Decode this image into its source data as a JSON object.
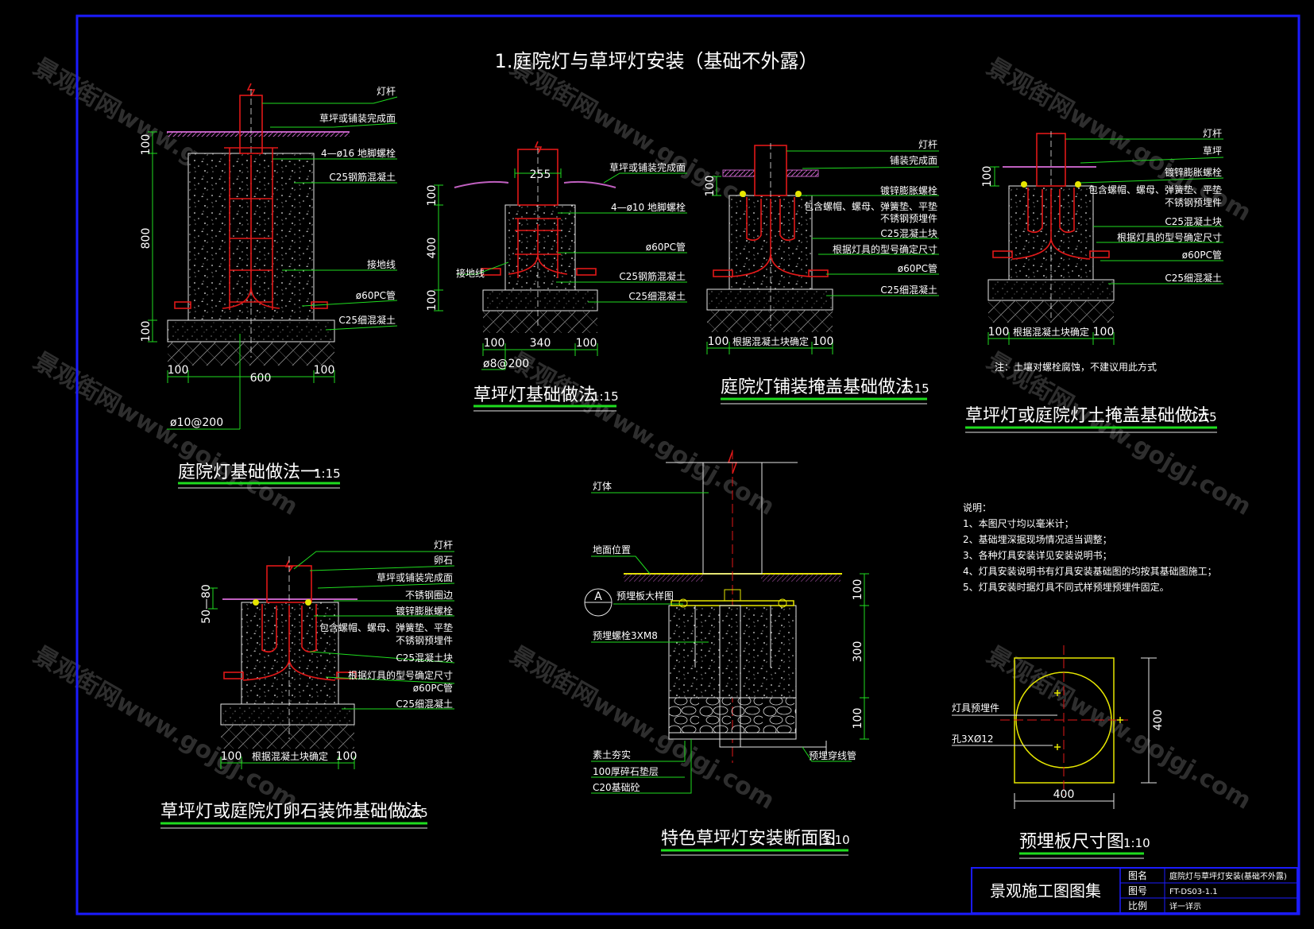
{
  "main_title": "1.庭院灯与草坪灯安装（基础不外露）",
  "colors": {
    "frame": "#1b1bff",
    "callout": "#1fdc1f",
    "outline": "#e6e6e6",
    "pipe": "#e01818",
    "plate": "#e6e600",
    "watermark": "#7a7a7a"
  },
  "watermark": "景观街网www.gojgj.com",
  "d1": {
    "title": "庭院灯基础做法一",
    "scale": "1:15",
    "labels": [
      "灯杆",
      "草坪或铺装完成面",
      "4—ø16 地脚螺栓",
      "C25钢筋混凝土",
      "接地线",
      "ø60PC管",
      "C25细混凝土"
    ],
    "dims_v": [
      "100",
      "800",
      "100"
    ],
    "dims_h": [
      "100",
      "600",
      "100"
    ],
    "rebar": "ø10@200"
  },
  "d2": {
    "title": "草坪灯基础做法",
    "scale": "1:15",
    "labels": [
      "草坪或铺装完成面",
      "4—ø10 地脚螺栓",
      "ø60PC管",
      "C25钢筋混凝土",
      "C25细混凝土"
    ],
    "left_label": "接地线",
    "top_dim": "255",
    "dims_v": [
      "100",
      "400",
      "100"
    ],
    "dims_h": [
      "100",
      "340",
      "100"
    ],
    "rebar": "ø8@200"
  },
  "d3": {
    "title": "庭院灯铺装掩盖基础做法",
    "scale": "1:15",
    "labels": [
      "灯杆",
      "铺装完成面",
      "镀锌膨胀螺栓",
      "包含螺帽、螺母、弹簧垫、平垫",
      "不锈钢预埋件",
      "C25混凝土块",
      "根据灯具的型号确定尺寸",
      "ø60PC管",
      "C25细混凝土"
    ],
    "dim_v": "100",
    "dims_h": [
      "100",
      "根据混凝土块确定",
      "100"
    ]
  },
  "d4": {
    "title": "草坪灯或庭院灯土掩盖基础做法",
    "scale": "1:15",
    "labels": [
      "灯杆",
      "草坪",
      "镀锌膨胀螺栓",
      "包含螺帽、螺母、弹簧垫、平垫",
      "不锈钢预埋件",
      "C25混凝土块",
      "根据灯具的型号确定尺寸",
      "ø60PC管",
      "C25细混凝土"
    ],
    "dim_v": "100",
    "dims_h": [
      "100",
      "根据混凝土块确定",
      "100"
    ],
    "note": "注：土壤对螺栓腐蚀，不建议用此方式"
  },
  "d5": {
    "title": "草坪灯或庭院灯卵石装饰基础做法",
    "scale": "1:15",
    "labels": [
      "灯杆",
      "卵石",
      "草坪或铺装完成面",
      "不锈钢圈边",
      "镀锌膨胀螺栓",
      "包含螺帽、螺母、弹簧垫、平垫",
      "不锈钢预埋件",
      "C25混凝土块",
      "根据灯具的型号确定尺寸",
      "ø60PC管",
      "C25细混凝土"
    ],
    "dim_v": "50—80",
    "dims_h": [
      "100",
      "根据混凝土块确定",
      "100"
    ]
  },
  "d6": {
    "title": "特色草坪灯安装断面图",
    "scale": "1:10",
    "left_labels": [
      "灯体",
      "地面位置",
      "预埋板大样图",
      "预埋螺栓3XM8",
      "素土夯实",
      "100厚碎石垫层",
      "C20基础砼"
    ],
    "right_label": "预埋穿线管",
    "callout": "A",
    "dims_v": [
      "100",
      "300",
      "100"
    ]
  },
  "d7": {
    "title": "预埋板尺寸图",
    "scale": "1:10",
    "labels": [
      "灯具预埋件",
      "孔3XØ12"
    ],
    "dim_h": "400",
    "dim_v": "400"
  },
  "notes": {
    "heading": "说明：",
    "items": [
      "1、本图尺寸均以毫米计；",
      "2、基础埋深据现场情况适当调整；",
      "3、各种灯具安装详见安装说明书；",
      "4、灯具安装说明书有灯具安装基础图的均按其基础图施工；",
      "5、灯具安装时据灯具不同式样预埋预埋件固定。"
    ]
  },
  "title_block": {
    "atlas": "景观施工图图集",
    "rows": [
      [
        "图名",
        "庭院灯与草坪灯安装(基础不外露)"
      ],
      [
        "图号",
        "FT-DS03-1.1"
      ],
      [
        "比例",
        "详一详示"
      ]
    ]
  }
}
